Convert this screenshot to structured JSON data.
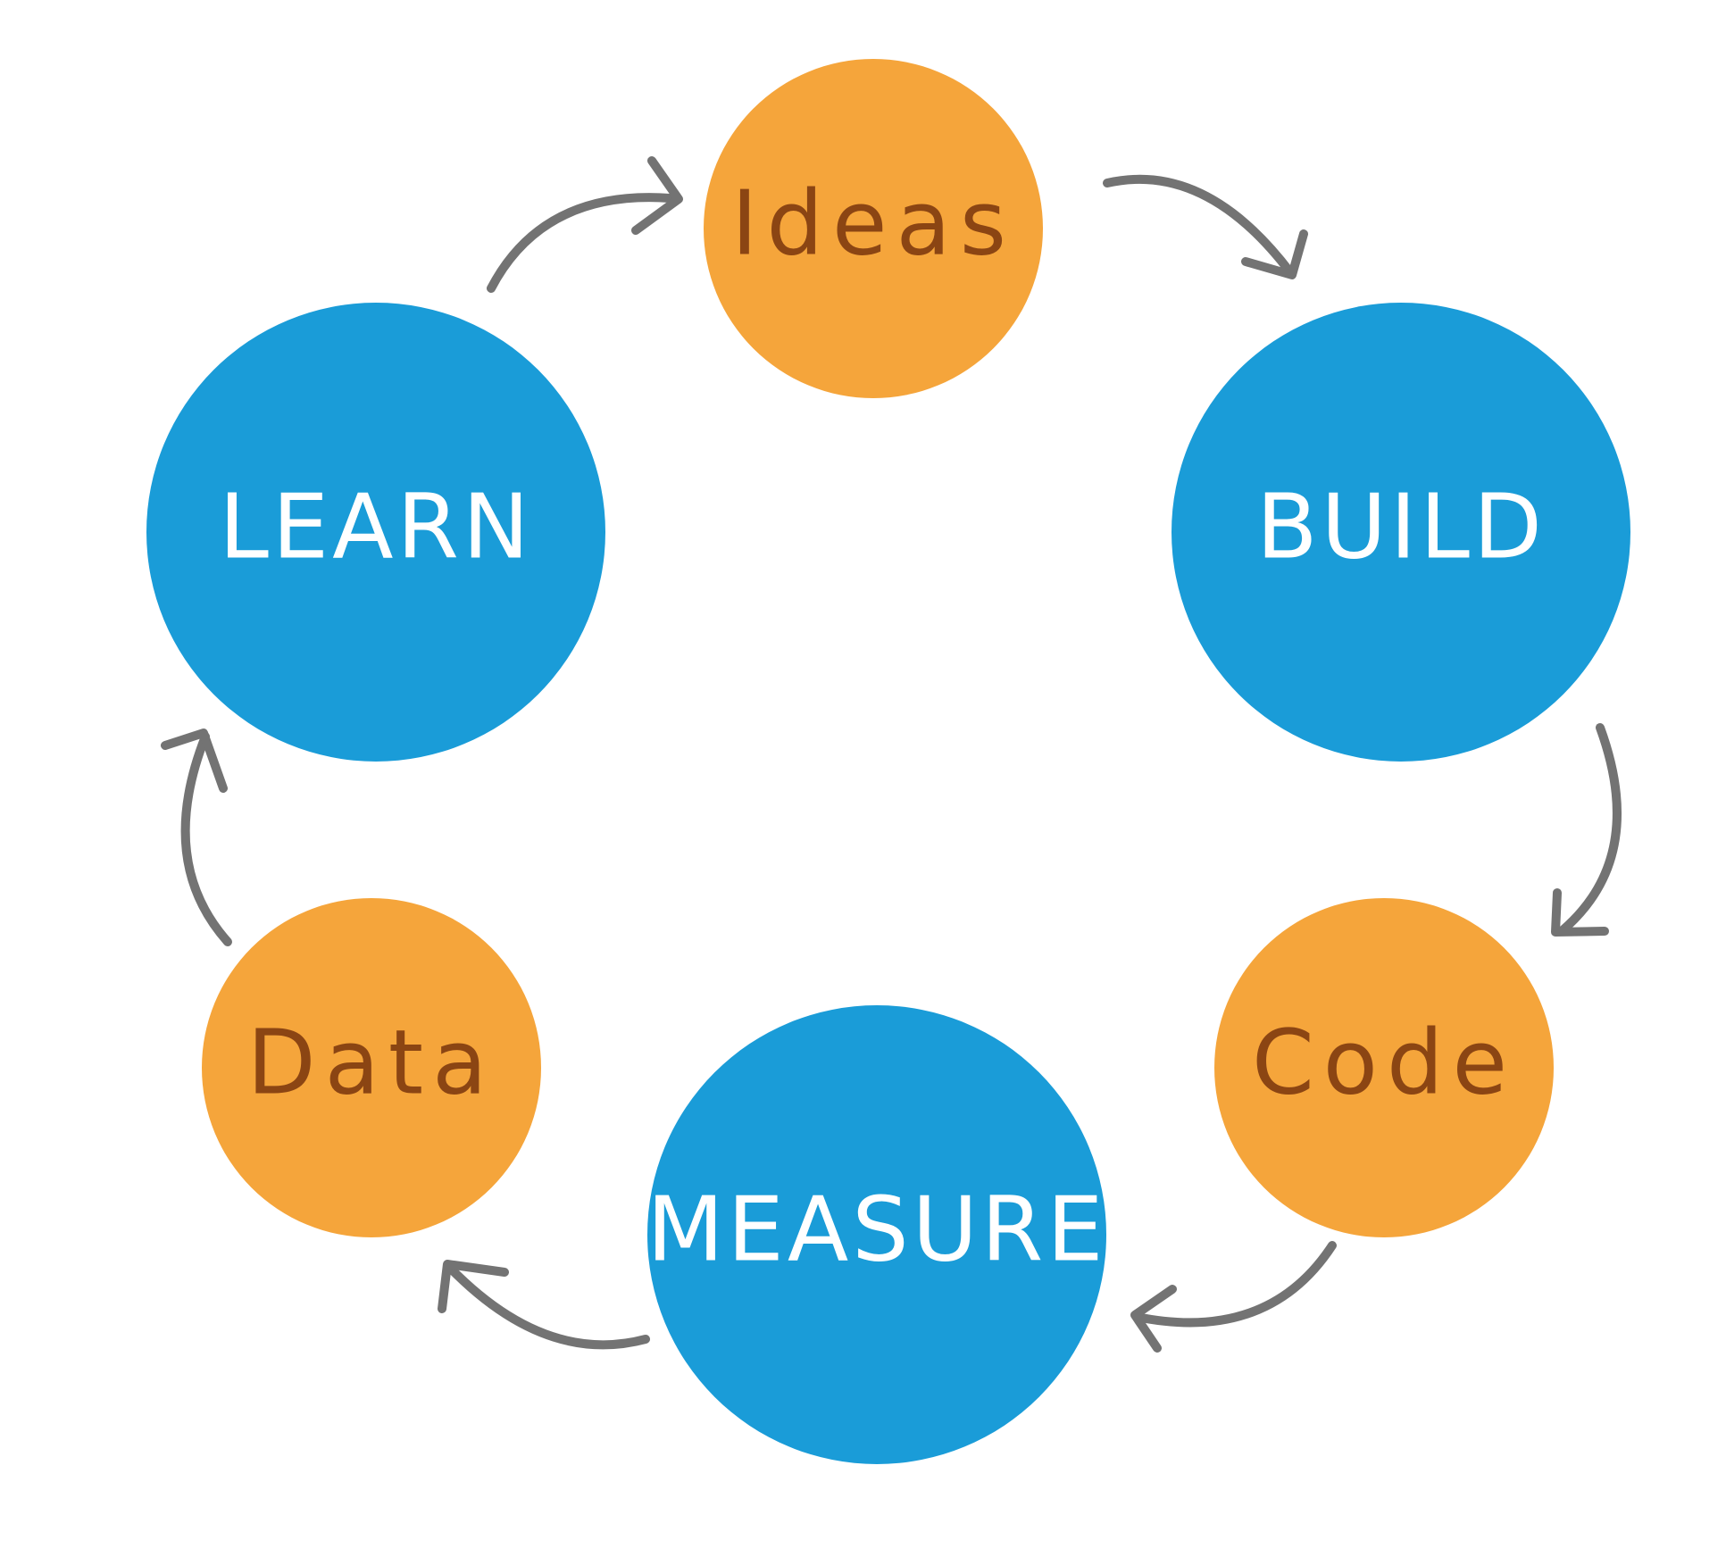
{
  "diagram": {
    "nodes": [
      {
        "id": "ideas",
        "label": "Ideas",
        "kind": "output",
        "color": "#F5A53B",
        "text_color": "#8B4513"
      },
      {
        "id": "build",
        "label": "BUILD",
        "kind": "action",
        "color": "#1A9CD8",
        "text_color": "#FFFFFF"
      },
      {
        "id": "code",
        "label": "Code",
        "kind": "output",
        "color": "#F5A53B",
        "text_color": "#8B4513"
      },
      {
        "id": "measure",
        "label": "MEASURE",
        "kind": "action",
        "color": "#1A9CD8",
        "text_color": "#FFFFFF"
      },
      {
        "id": "data",
        "label": "Data",
        "kind": "output",
        "color": "#F5A53B",
        "text_color": "#8B4513"
      },
      {
        "id": "learn",
        "label": "LEARN",
        "kind": "action",
        "color": "#1A9CD8",
        "text_color": "#FFFFFF"
      }
    ],
    "edges": [
      {
        "from": "ideas",
        "to": "build"
      },
      {
        "from": "build",
        "to": "code"
      },
      {
        "from": "code",
        "to": "measure"
      },
      {
        "from": "measure",
        "to": "data"
      },
      {
        "from": "data",
        "to": "learn"
      },
      {
        "from": "learn",
        "to": "ideas"
      }
    ],
    "arrow_color": "#737373"
  }
}
